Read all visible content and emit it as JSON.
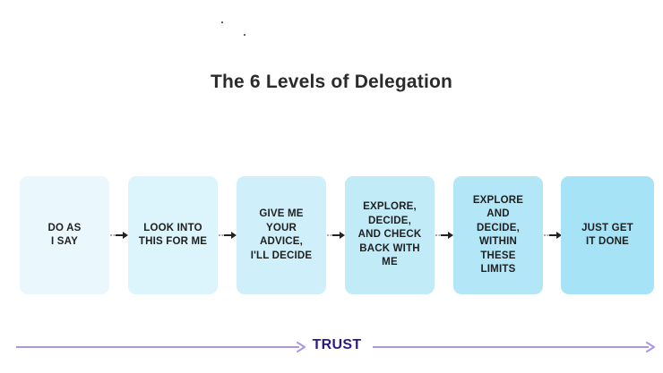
{
  "diagram": {
    "title": "The 6 Levels of Delegation",
    "levels": [
      {
        "label": "DO AS\nI SAY",
        "color": "#eaf8fd"
      },
      {
        "label": "LOOK INTO\nTHIS FOR ME",
        "color": "#dcf4fb"
      },
      {
        "label": "GIVE ME\nYOUR\nADVICE,\nI'LL DECIDE",
        "color": "#cfeffa"
      },
      {
        "label": "EXPLORE,\nDECIDE,\nAND CHECK\nBACK WITH\nME",
        "color": "#c2ebf8"
      },
      {
        "label": "EXPLORE\nAND\nDECIDE,\nWITHIN\nTHESE\nLIMITS",
        "color": "#b3e6f6"
      },
      {
        "label": "JUST GET\nIT DONE",
        "color": "#a6e3f6"
      }
    ],
    "connector_icon": "arrow-right-icon",
    "trust": {
      "label": "TRUST",
      "line_color": "#a996e6",
      "label_color": "#2d1a86"
    }
  }
}
